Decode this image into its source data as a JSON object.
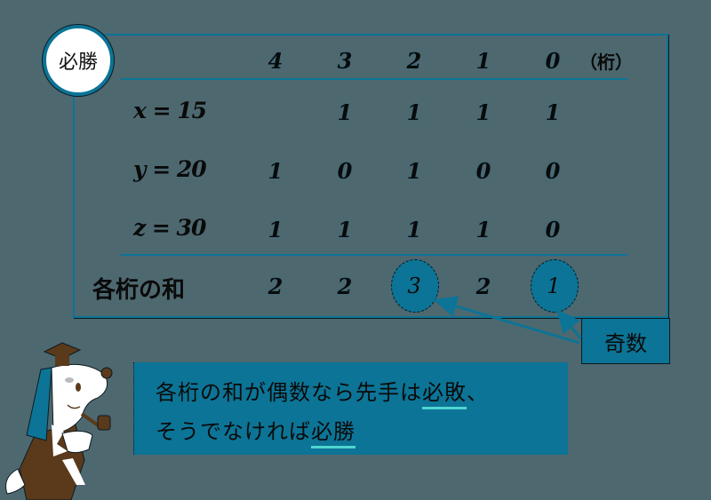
{
  "badge": {
    "label": "必勝"
  },
  "table": {
    "digit_headers": [
      "4",
      "3",
      "2",
      "1",
      "0"
    ],
    "unit_label": "（桁）",
    "rows": [
      {
        "label": "x = 15",
        "bits": [
          "",
          "1",
          "1",
          "1",
          "1"
        ]
      },
      {
        "label": "y = 20",
        "bits": [
          "1",
          "0",
          "1",
          "0",
          "0"
        ]
      },
      {
        "label": "z = 30",
        "bits": [
          "1",
          "1",
          "1",
          "1",
          "0"
        ]
      }
    ],
    "sum_row": {
      "label": "各桁の和",
      "values": [
        "2",
        "2",
        "3",
        "2",
        "1"
      ],
      "highlighted_indices": [
        2,
        4
      ]
    }
  },
  "callout": {
    "label": "奇数"
  },
  "rule": {
    "line1_prefix": "各桁の和が偶数なら先手は",
    "line1_emph": "必敗",
    "line1_suffix": "、",
    "line2_prefix": "そうでなければ",
    "line2_emph": "必勝"
  },
  "colors": {
    "background": "#4e6870",
    "accent": "#0c7496",
    "underline": "#4fd6d0",
    "mascot_brown": "#5a3a1a"
  }
}
